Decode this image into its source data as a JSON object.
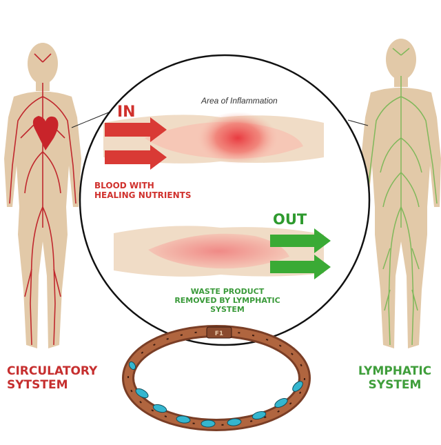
{
  "diagram": {
    "circulatory_label": [
      "CIRCULATORY",
      "SYTSTEM"
    ],
    "lymphatic_label": [
      "LYMPHATIC",
      "SYSTEM"
    ],
    "in_label": "IN",
    "out_label": "OUT",
    "area_label": "Area of Inflammation",
    "blood_label": [
      "BLOOD WITH",
      "HEALING NUTRIENTS"
    ],
    "waste_label": [
      "WASTE PRODUCT",
      "REMOVED BY LYMPHATIC",
      "SYSTEM"
    ],
    "bracelet_clasp_text": "F1",
    "colors": {
      "body_skin": "#e2c9a8",
      "artery_red": "#c0272d",
      "lymph_green": "#7fb85a",
      "in_arrow": "#d93a35",
      "out_arrow": "#3aaa35",
      "copper": "#a0573a",
      "turquoise": "#35b6cf"
    }
  }
}
